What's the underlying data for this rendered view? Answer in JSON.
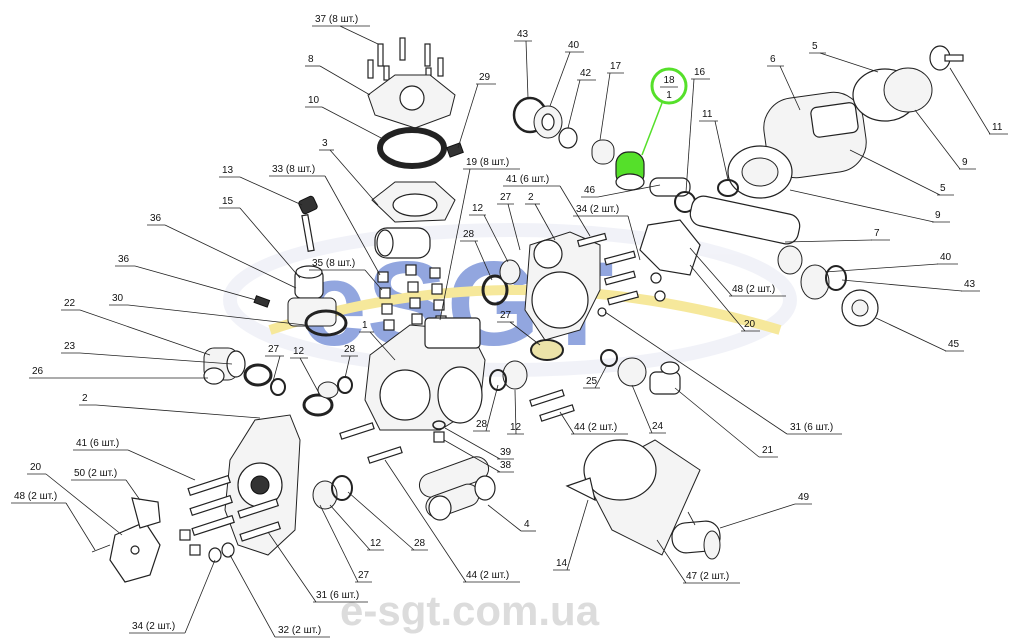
{
  "watermark": {
    "logo_text": "eSGT",
    "site": "e-sgt.com.ua",
    "colors": {
      "blue": "#3a5fc6",
      "yellow": "#f0d64a"
    }
  },
  "highlight": {
    "numerator": "18",
    "denominator": "1",
    "ring_color": "#55e02a",
    "part_color": "#55e02a"
  },
  "callouts": [
    {
      "id": "37",
      "text": "37 (8 шт.)"
    },
    {
      "id": "8",
      "text": "8"
    },
    {
      "id": "10",
      "text": "10"
    },
    {
      "id": "29",
      "text": "29"
    },
    {
      "id": "3",
      "text": "3"
    },
    {
      "id": "33",
      "text": "33 (8 шт.)"
    },
    {
      "id": "13",
      "text": "13"
    },
    {
      "id": "15",
      "text": "15"
    },
    {
      "id": "19",
      "text": "19 (8 шт.)"
    },
    {
      "id": "36a",
      "text": "36"
    },
    {
      "id": "36b",
      "text": "36"
    },
    {
      "id": "35",
      "text": "35 (8 шт.)"
    },
    {
      "id": "22",
      "text": "22"
    },
    {
      "id": "30",
      "text": "30"
    },
    {
      "id": "1",
      "text": "1"
    },
    {
      "id": "23",
      "text": "23"
    },
    {
      "id": "27a",
      "text": "27"
    },
    {
      "id": "12a",
      "text": "12"
    },
    {
      "id": "28a",
      "text": "28"
    },
    {
      "id": "26",
      "text": "26"
    },
    {
      "id": "2a",
      "text": "2"
    },
    {
      "id": "41a",
      "text": "41 (6 шт.)"
    },
    {
      "id": "20a",
      "text": "20"
    },
    {
      "id": "50",
      "text": "50 (2 шт.)"
    },
    {
      "id": "48a",
      "text": "48 (2 шт.)"
    },
    {
      "id": "12b",
      "text": "12"
    },
    {
      "id": "28b",
      "text": "28"
    },
    {
      "id": "27b",
      "text": "27"
    },
    {
      "id": "31a",
      "text": "31 (6 шт.)"
    },
    {
      "id": "34a",
      "text": "34 (2 шт.)"
    },
    {
      "id": "32",
      "text": "32 (2 шт.)"
    },
    {
      "id": "44a",
      "text": "44 (2 шт.)"
    },
    {
      "id": "4",
      "text": "4"
    },
    {
      "id": "38",
      "text": "38"
    },
    {
      "id": "39",
      "text": "39"
    },
    {
      "id": "28c",
      "text": "28"
    },
    {
      "id": "12c",
      "text": "12"
    },
    {
      "id": "44b",
      "text": "44 (2 шт.)"
    },
    {
      "id": "27c",
      "text": "27"
    },
    {
      "id": "28d",
      "text": "28"
    },
    {
      "id": "12d",
      "text": "12"
    },
    {
      "id": "27d",
      "text": "27"
    },
    {
      "id": "2b",
      "text": "2"
    },
    {
      "id": "41b",
      "text": "41 (6 шт.)"
    },
    {
      "id": "34b",
      "text": "34 (2 шт.)"
    },
    {
      "id": "25",
      "text": "25"
    },
    {
      "id": "24",
      "text": "24"
    },
    {
      "id": "21",
      "text": "21"
    },
    {
      "id": "31b",
      "text": "31 (6 шт.)"
    },
    {
      "id": "14",
      "text": "14"
    },
    {
      "id": "47",
      "text": "47 (2 шт.)"
    },
    {
      "id": "49",
      "text": "49"
    },
    {
      "id": "43a",
      "text": "43"
    },
    {
      "id": "40a",
      "text": "40"
    },
    {
      "id": "42",
      "text": "42"
    },
    {
      "id": "17",
      "text": "17"
    },
    {
      "id": "16",
      "text": "16"
    },
    {
      "id": "46",
      "text": "46"
    },
    {
      "id": "11a",
      "text": "11"
    },
    {
      "id": "6",
      "text": "6"
    },
    {
      "id": "5a",
      "text": "5"
    },
    {
      "id": "11b",
      "text": "11"
    },
    {
      "id": "9a",
      "text": "9"
    },
    {
      "id": "5b",
      "text": "5"
    },
    {
      "id": "9b",
      "text": "9"
    },
    {
      "id": "7",
      "text": "7"
    },
    {
      "id": "40b",
      "text": "40"
    },
    {
      "id": "43b",
      "text": "43"
    },
    {
      "id": "48b",
      "text": "48 (2 шт.)"
    },
    {
      "id": "20b",
      "text": "20"
    },
    {
      "id": "45",
      "text": "45"
    }
  ]
}
